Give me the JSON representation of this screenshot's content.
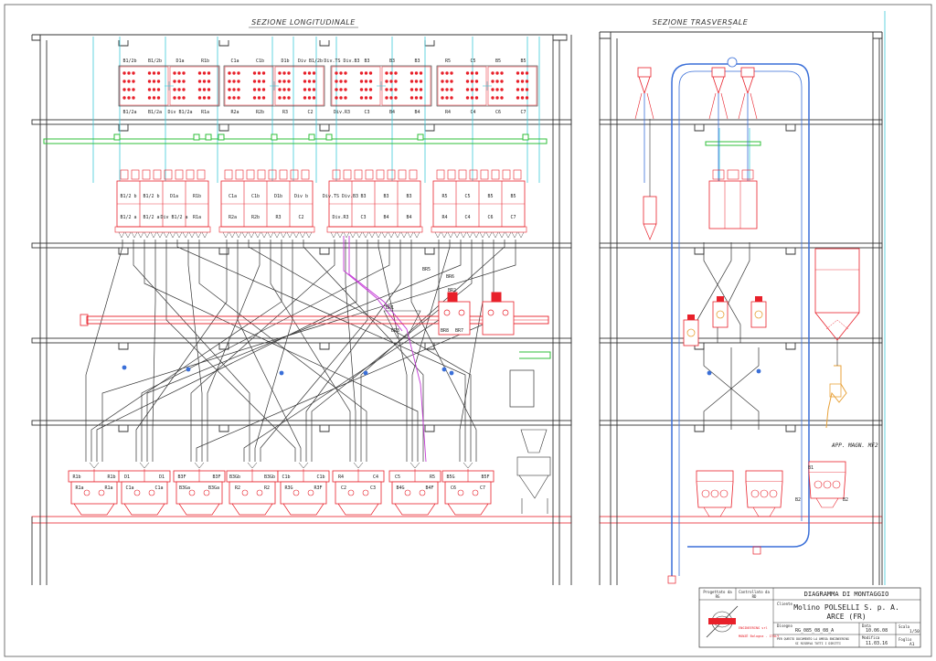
{
  "sections": {
    "longitudinal_title": "SEZIONE LONGITUDINALE",
    "transversal_title": "SEZIONE TRASVERSALE"
  },
  "sifters": [
    {
      "top": [
        "B1/2b",
        "B1/2b",
        "D1a",
        "R1b"
      ],
      "bottom": [
        "B1/2a",
        "B1/2a",
        "Div B1/2a",
        "R1a"
      ]
    },
    {
      "top": [
        "C1a",
        "C1b",
        "D1b",
        "Div B1/2b"
      ],
      "bottom": [
        "R2a",
        "R2b",
        "R3",
        "C2"
      ]
    },
    {
      "top": [
        "Div.TS Div.B3",
        "B3",
        "B3",
        "B3"
      ],
      "bottom": [
        "Div.R3",
        "C3",
        "B4",
        "B4"
      ]
    },
    {
      "top": [
        "R5",
        "C5",
        "B5",
        "B5"
      ],
      "bottom": [
        "R4",
        "C4",
        "C6",
        "C7"
      ]
    }
  ],
  "plansifters_mid": [
    {
      "cells": [
        "B1/2 b",
        "B1/2 b",
        "D1a",
        "R1b",
        "B1/2 a",
        "B1/2 a",
        "Div B1/2 a",
        "R1a"
      ]
    },
    {
      "cells": [
        "C1a",
        "C1b",
        "D1b",
        "Div b",
        "R2a",
        "R2b",
        "R3",
        "C2"
      ]
    },
    {
      "cells": [
        "Div.TS Div.B3",
        "B3",
        "B3",
        "B3",
        "Div.R3",
        "C3",
        "B4",
        "B4"
      ]
    },
    {
      "cells": [
        "R5",
        "C5",
        "B5",
        "B5",
        "R4",
        "C4",
        "C6",
        "C7"
      ]
    }
  ],
  "rollermills": [
    {
      "left": "R1b",
      "right": "R1b",
      "a": "R1a",
      "b": "R1a"
    },
    {
      "left": "D1",
      "right": "D1",
      "a": "C1a",
      "b": "C1a"
    },
    {
      "left": "B3F",
      "right": "B3F",
      "a": "B3Ga",
      "b": "B3Ga"
    },
    {
      "left": "B3Gb",
      "right": "B3Gb",
      "a": "R2",
      "b": "R2"
    },
    {
      "left": "C1b",
      "right": "C1b",
      "a": "R3G",
      "b": "R3F"
    },
    {
      "left": "R4",
      "right": "C4",
      "a": "C2",
      "b": "C3"
    },
    {
      "left": "C5",
      "right": "R5",
      "a": "B4G",
      "b": "B4F"
    },
    {
      "left": "B5G",
      "right": "B5F",
      "a": "C6",
      "b": "C7"
    }
  ],
  "misc_labels": {
    "br1": "BR1",
    "br2": "BR2",
    "br3": "BR3",
    "br5": "BR5",
    "br6": "BR6",
    "br7": "BR7",
    "br8": "BR8",
    "magnet": "APP. MAGN. MF2",
    "b1": "B1",
    "b2": "B2"
  },
  "title_block": {
    "progettato_label": "Progettato da",
    "progettato_val": "RG",
    "controllato_label": "Controllato da",
    "controllato_val": "RD",
    "main_title": "DIAGRAMMA DI MONTAGGIO",
    "cliente_label": "Cliente",
    "client_name": "Molino POLSELLI S. p. A.",
    "client_city": "ARCE (FR)",
    "company": "ENGINEERING srl",
    "company_loc": "MONZÈ Bologna - ITALY",
    "disegno_label": "Disegno",
    "disegno_val": "RG_085_08_08_A",
    "data_label": "Data",
    "data_val": "10.06.08",
    "modifica_label": "Modifica",
    "modifica_val": "11.03.16",
    "scala_label": "Scala",
    "scala_val": "1/50",
    "foglio_label": "Foglio",
    "foglio_val": "A1",
    "note1": "PER QUESTO DOCUMENTO LA OMEGA ENGINEERING",
    "note2": "SI RISERVA TUTTI I DIRITTI"
  },
  "colors": {
    "structure": "#333333",
    "equipment": "#e8202a",
    "blue_pipe": "#3a6fd8",
    "green_pipe": "#2fbf3a",
    "cyan_pipe": "#3fc9d8",
    "magenta_pipe": "#c43ad6",
    "orange_equip": "#e8a23a"
  }
}
